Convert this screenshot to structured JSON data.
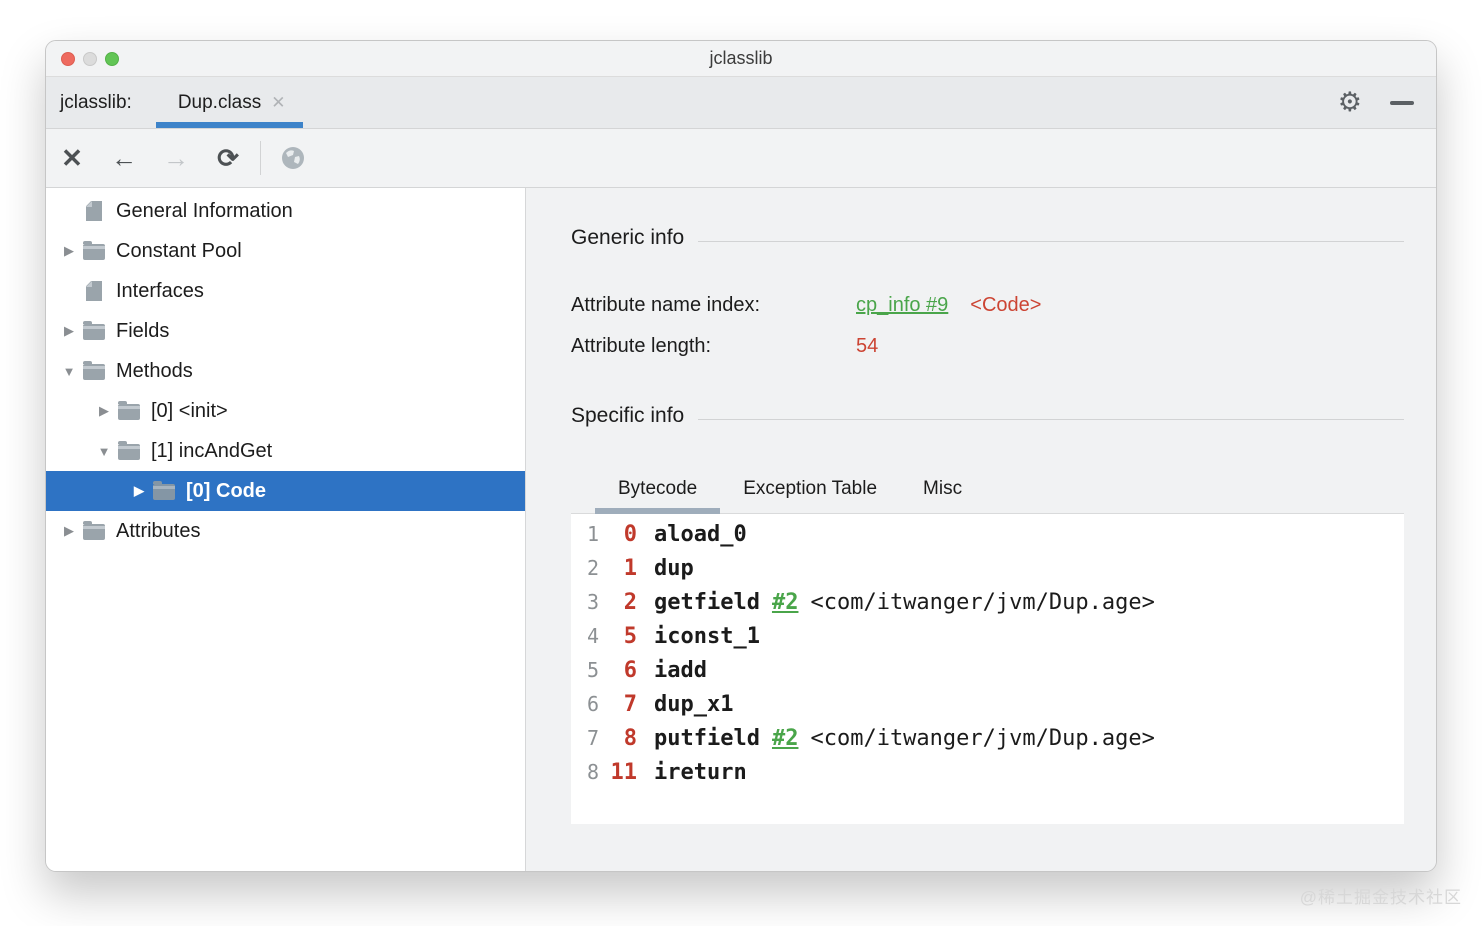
{
  "window": {
    "title": "jclasslib"
  },
  "tabbar": {
    "app_label": "jclasslib:",
    "tab_label": "Dup.class",
    "tab_close": "✕"
  },
  "toolbar": {
    "close_glyph": "✕",
    "back_glyph": "←",
    "forward_glyph": "→",
    "refresh_glyph": "⟳"
  },
  "tabbar_icons": {
    "gear_glyph": "⚙"
  },
  "tree": {
    "items": [
      {
        "label": "General Information",
        "icon": "document",
        "expander": "none",
        "level": 0,
        "selected": false
      },
      {
        "label": "Constant Pool",
        "icon": "folder",
        "expander": "right",
        "level": 0,
        "selected": false
      },
      {
        "label": "Interfaces",
        "icon": "document",
        "expander": "none",
        "level": 0,
        "selected": false
      },
      {
        "label": "Fields",
        "icon": "folder",
        "expander": "right",
        "level": 0,
        "selected": false
      },
      {
        "label": "Methods",
        "icon": "folder",
        "expander": "down",
        "level": 0,
        "selected": false
      },
      {
        "label": "[0] <init>",
        "icon": "folder",
        "expander": "right",
        "level": 1,
        "selected": false
      },
      {
        "label": "[1] incAndGet",
        "icon": "folder",
        "expander": "down",
        "level": 1,
        "selected": false
      },
      {
        "label": "[0] Code",
        "icon": "folder",
        "expander": "right",
        "level": 2,
        "selected": true
      },
      {
        "label": "Attributes",
        "icon": "folder",
        "expander": "right",
        "level": 0,
        "selected": false
      }
    ],
    "expander_right": "▶",
    "expander_down": "▼"
  },
  "detail": {
    "generic_heading": "Generic info",
    "specific_heading": "Specific info",
    "attribute_name_index_label": "Attribute name index:",
    "attribute_name_index_link": "cp_info #9",
    "attribute_name_index_resolved": "<Code>",
    "attribute_length_label": "Attribute length:",
    "attribute_length_value": "54",
    "tabs": [
      {
        "label": "Bytecode",
        "active": true
      },
      {
        "label": "Exception Table",
        "active": false
      },
      {
        "label": "Misc",
        "active": false
      }
    ]
  },
  "bytecode": {
    "lines": [
      {
        "num": "1",
        "offset": "0",
        "mnemonic": "aload_0"
      },
      {
        "num": "2",
        "offset": "1",
        "mnemonic": "dup"
      },
      {
        "num": "3",
        "offset": "2",
        "mnemonic": "getfield",
        "link": "#2",
        "operand": "<com/itwanger/jvm/Dup.age>"
      },
      {
        "num": "4",
        "offset": "5",
        "mnemonic": "iconst_1"
      },
      {
        "num": "5",
        "offset": "6",
        "mnemonic": "iadd"
      },
      {
        "num": "6",
        "offset": "7",
        "mnemonic": "dup_x1"
      },
      {
        "num": "7",
        "offset": "8",
        "mnemonic": "putfield",
        "link": "#2",
        "operand": "<com/itwanger/jvm/Dup.age>"
      },
      {
        "num": "8",
        "offset": "11",
        "mnemonic": "ireturn"
      }
    ]
  },
  "watermark": "@稀土掘金技术社区",
  "colors": {
    "selection_blue": "#2e73c4",
    "tab_accent_blue": "#3d83c9",
    "inactive_tab_underline": "#9fadbb",
    "link_green": "#4aa54a",
    "value_red": "#cc4433",
    "offset_red": "#c0392b"
  }
}
